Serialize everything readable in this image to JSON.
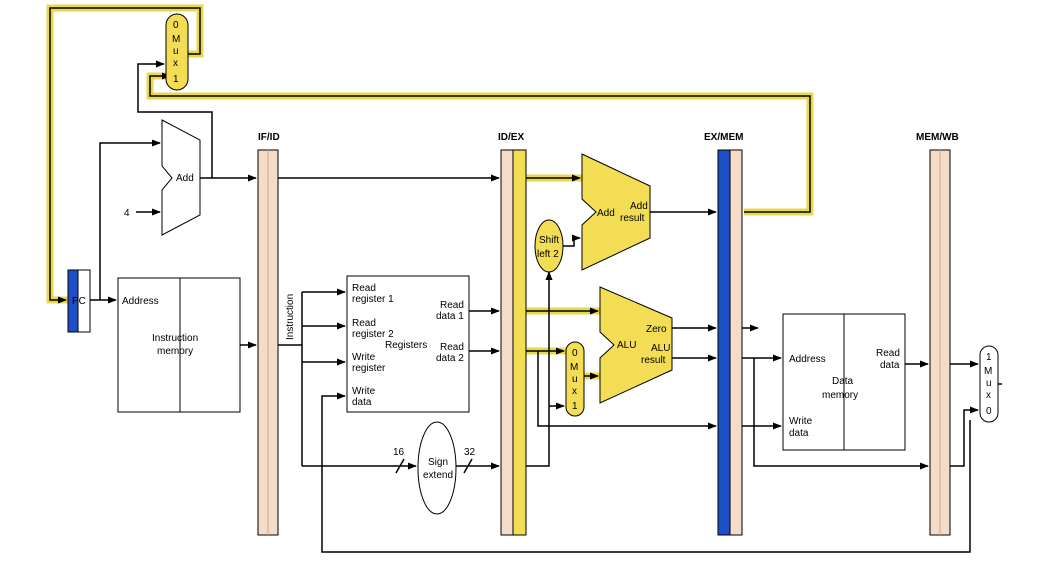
{
  "pipeline_registers": {
    "if_id": "IF/ID",
    "id_ex": "ID/EX",
    "ex_mem": "EX/MEM",
    "mem_wb": "MEM/WB"
  },
  "pc": {
    "label": "PC"
  },
  "pc_mux": {
    "in0": "0",
    "m": "M",
    "u": "u",
    "x": "x",
    "in1": "1"
  },
  "adder_if": {
    "label": "Add",
    "constant": "4"
  },
  "instruction_memory": {
    "address": "Address",
    "title_line1": "Instruction",
    "title_line2": "memory"
  },
  "instruction_bus": "Instruction",
  "registers": {
    "read_register_1": [
      "Read",
      "register 1"
    ],
    "read_register_2": [
      "Read",
      "register 2"
    ],
    "write_register": [
      "Write",
      "register"
    ],
    "write_data": [
      "Write",
      "data"
    ],
    "title": "Registers",
    "read_data_1": [
      "Read",
      "data 1"
    ],
    "read_data_2": [
      "Read",
      "data 2"
    ]
  },
  "sign_extend": {
    "line1": "Sign",
    "line2": "extend",
    "in_width": "16",
    "out_width": "32"
  },
  "shift_left": {
    "line1": "Shift",
    "line2": "left 2"
  },
  "adder_ex": {
    "label": "Add",
    "result_line1": "Add",
    "result_line2": "result"
  },
  "alu_mux": {
    "in0": "0",
    "m": "M",
    "u": "u",
    "x": "x",
    "in1": "1"
  },
  "alu": {
    "label": "ALU",
    "zero": "Zero",
    "result_line1": "ALU",
    "result_line2": "result"
  },
  "data_memory": {
    "address": "Address",
    "title_line1": "Data",
    "title_line2": "memory",
    "read_data": [
      "Read",
      "data"
    ],
    "write_data": [
      "Write",
      "data"
    ]
  },
  "wb_mux": {
    "in1": "1",
    "m": "M",
    "u": "u",
    "x": "x",
    "in0": "0"
  },
  "colors": {
    "highlight": "#e8d84a",
    "unit_fill": "#f2dd55",
    "pipeline_reg": "#f6dcc8",
    "write_bar": "#1f4fc8"
  }
}
